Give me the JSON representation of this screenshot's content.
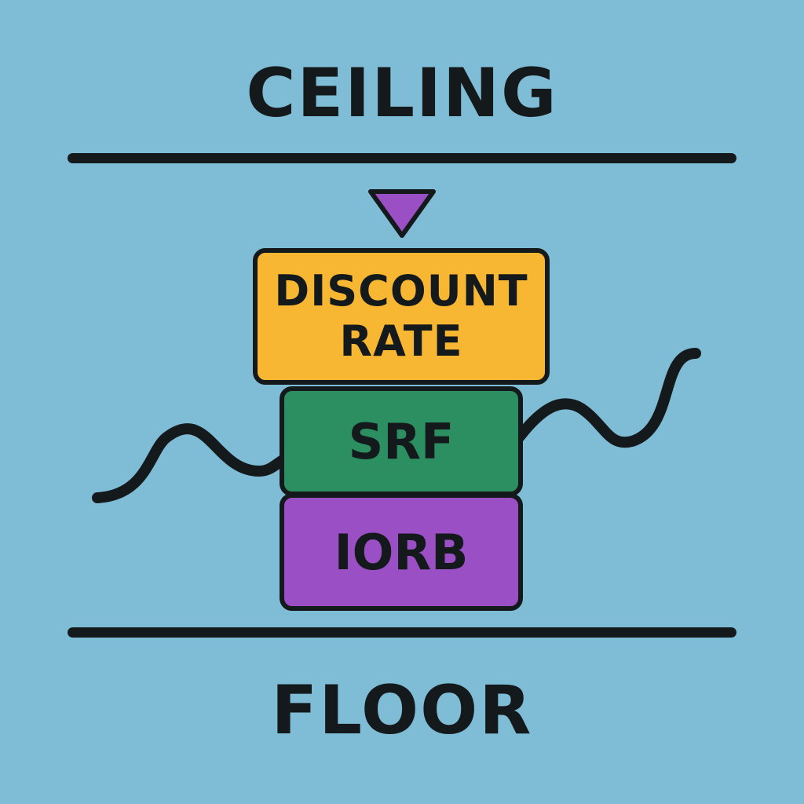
{
  "labels": {
    "ceiling": "CEILING",
    "floor": "FLOOR"
  },
  "boxes": {
    "discount_rate": {
      "label": "DISCOUNT RATE",
      "color": "#f7b733"
    },
    "srf": {
      "label": "SRF",
      "color": "#2b8f62"
    },
    "iorb": {
      "label": "IORB",
      "color": "#9a4fc4"
    }
  },
  "colors": {
    "background": "#7fbcd6",
    "ink": "#141a1c",
    "arrow": "#9a4fc4"
  },
  "icons": {
    "arrow": "down-triangle-icon"
  }
}
